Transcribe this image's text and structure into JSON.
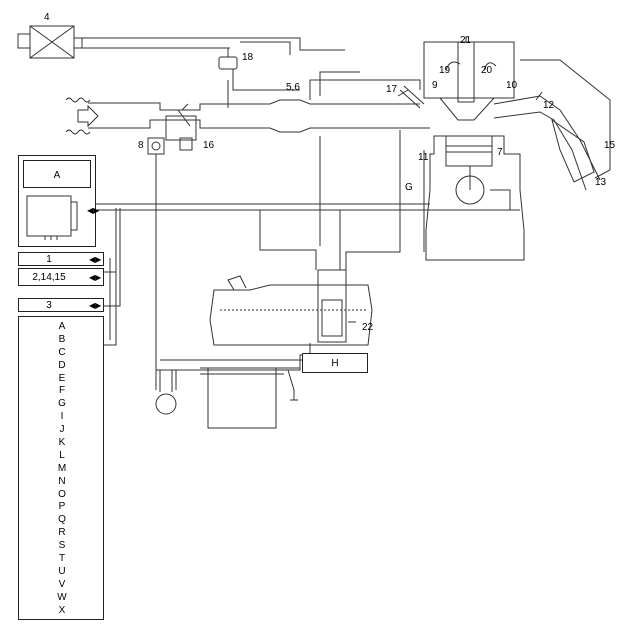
{
  "component_numbers": {
    "n4": "4",
    "n18": "18",
    "n5_6": "5,6",
    "n21": "21",
    "n19": "19",
    "n20": "20",
    "n17": "17",
    "n9": "9",
    "n10": "10",
    "n12": "12",
    "n8": "8",
    "n16": "16",
    "n11": "11",
    "n7": "7",
    "n15": "15",
    "n13": "13",
    "g": "G",
    "n22": "22"
  },
  "ecm_box": {
    "label": "A"
  },
  "sensor_boxes": [
    {
      "label": "1"
    },
    {
      "label": "2,14,15"
    },
    {
      "label": "3"
    }
  ],
  "h_box": {
    "label": "H"
  },
  "legend_letters": [
    "A",
    "B",
    "C",
    "D",
    "E",
    "F",
    "G",
    "I",
    "J",
    "K",
    "L",
    "M",
    "N",
    "O",
    "P",
    "Q",
    "R",
    "S",
    "T",
    "U",
    "V",
    "W",
    "X"
  ]
}
